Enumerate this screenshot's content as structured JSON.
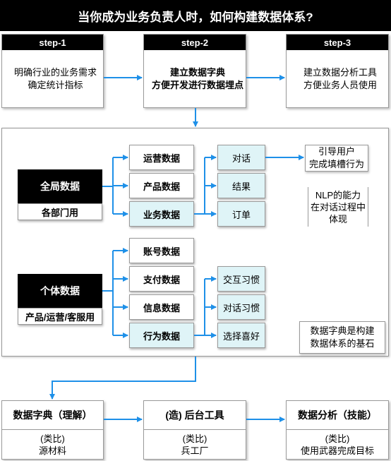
{
  "title": "当你成为业务负责人时，如何构建数据体系?",
  "steps": [
    {
      "head": "step-1",
      "line1": "明确行业的业务需求",
      "line2": "确定统计指标"
    },
    {
      "head": "step-2",
      "line1": "建立数据字典",
      "line2": "方便开发进行数据埋点"
    },
    {
      "head": "step-3",
      "line1": "建立数据分析工具",
      "line2": "方便业务人员使用"
    }
  ],
  "global_group": {
    "title": "全局数据",
    "subtitle": "各部门用"
  },
  "personal_group": {
    "title": "个体数据",
    "subtitle": "产品/运营/客服用"
  },
  "global_items": [
    "运营数据",
    "产品数据",
    "业务数据"
  ],
  "business_leaves": [
    "对话",
    "结果",
    "订单"
  ],
  "guide_note": {
    "line1": "引导用户",
    "line2": "完成填槽行为"
  },
  "nlp_note": {
    "line1": "NLP的能力",
    "line2": "在对话过程中",
    "line3": "体现"
  },
  "personal_items": [
    "账号数据",
    "支付数据",
    "信息数据",
    "行为数据"
  ],
  "behavior_leaves": [
    "交互习惯",
    "对话习惯",
    "选择喜好"
  ],
  "foundation_note": {
    "line1": "数据字典是构建",
    "line2": "数据体系的基石"
  },
  "bottom": [
    {
      "head": "数据字典（理解）",
      "line1": "(类比)",
      "line2": "源材料"
    },
    {
      "head": "(造) 后台工具",
      "line1": "(类比)",
      "line2": "兵工厂"
    },
    {
      "head": "数据分析（技能）",
      "line1": "(类比)",
      "line2": "使用武器完成目标"
    }
  ],
  "colors": {
    "arrow": "#1e90e8",
    "highlight": "#dff4f7",
    "header": "#000000"
  }
}
